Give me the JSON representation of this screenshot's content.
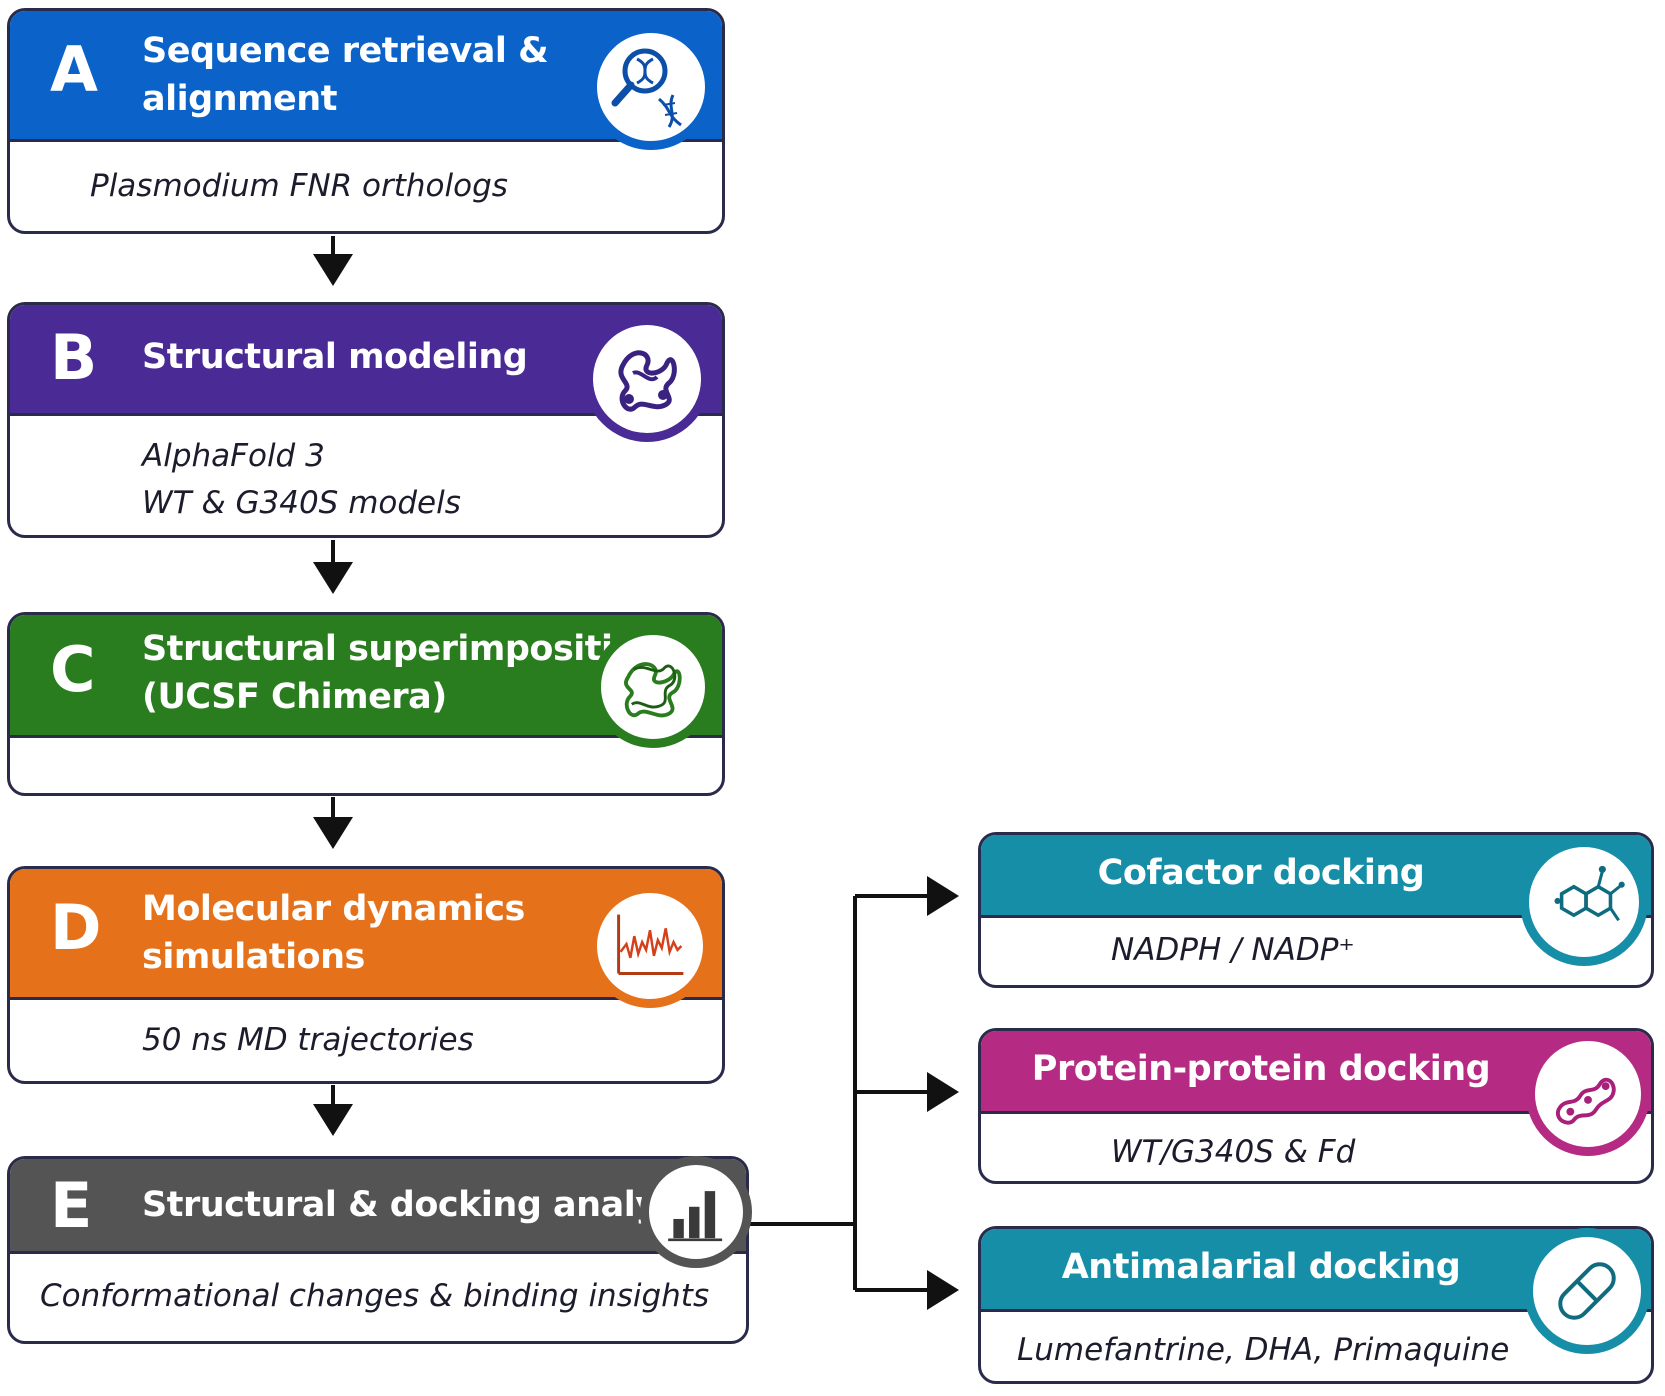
{
  "steps": [
    {
      "letter": "A",
      "title": "Sequence retrieval &\nalignment",
      "subtitle": "Plasmodium FNR orthologs",
      "color": "#0b63c9",
      "icon": "magnifier-dna-icon"
    },
    {
      "letter": "B",
      "title": "Structural modeling",
      "subtitle": "AlphaFold 3\nWT & G340S models",
      "color": "#4a2a94",
      "icon": "protein-structure-icon"
    },
    {
      "letter": "C",
      "title": "Structural superimposition\n(UCSF Chimera)",
      "subtitle": "",
      "color": "#2a7d1f",
      "icon": "superimposed-protein-icon"
    },
    {
      "letter": "D",
      "title": "Molecular dynamics\nsimulations",
      "subtitle": "50 ns MD trajectories",
      "color": "#e5711a",
      "icon": "trajectory-plot-icon"
    },
    {
      "letter": "E",
      "title": "Structural & docking analysis",
      "subtitle": "Conformational changes & binding insights",
      "color": "#545454",
      "icon": "bar-chart-icon"
    }
  ],
  "docking": [
    {
      "title": "Cofactor docking",
      "subtitle": "NADPH / NADP⁺",
      "color": "#178ea8",
      "icon": "molecule-icon"
    },
    {
      "title": "Protein-protein docking",
      "subtitle": "WT/G340S & Fd",
      "color": "#b52a82",
      "icon": "protein-complex-icon"
    },
    {
      "title": "Antimalarial docking",
      "subtitle": "Lumefantrine, DHA, Primaquine",
      "color": "#178ea8",
      "icon": "capsule-icon"
    }
  ]
}
